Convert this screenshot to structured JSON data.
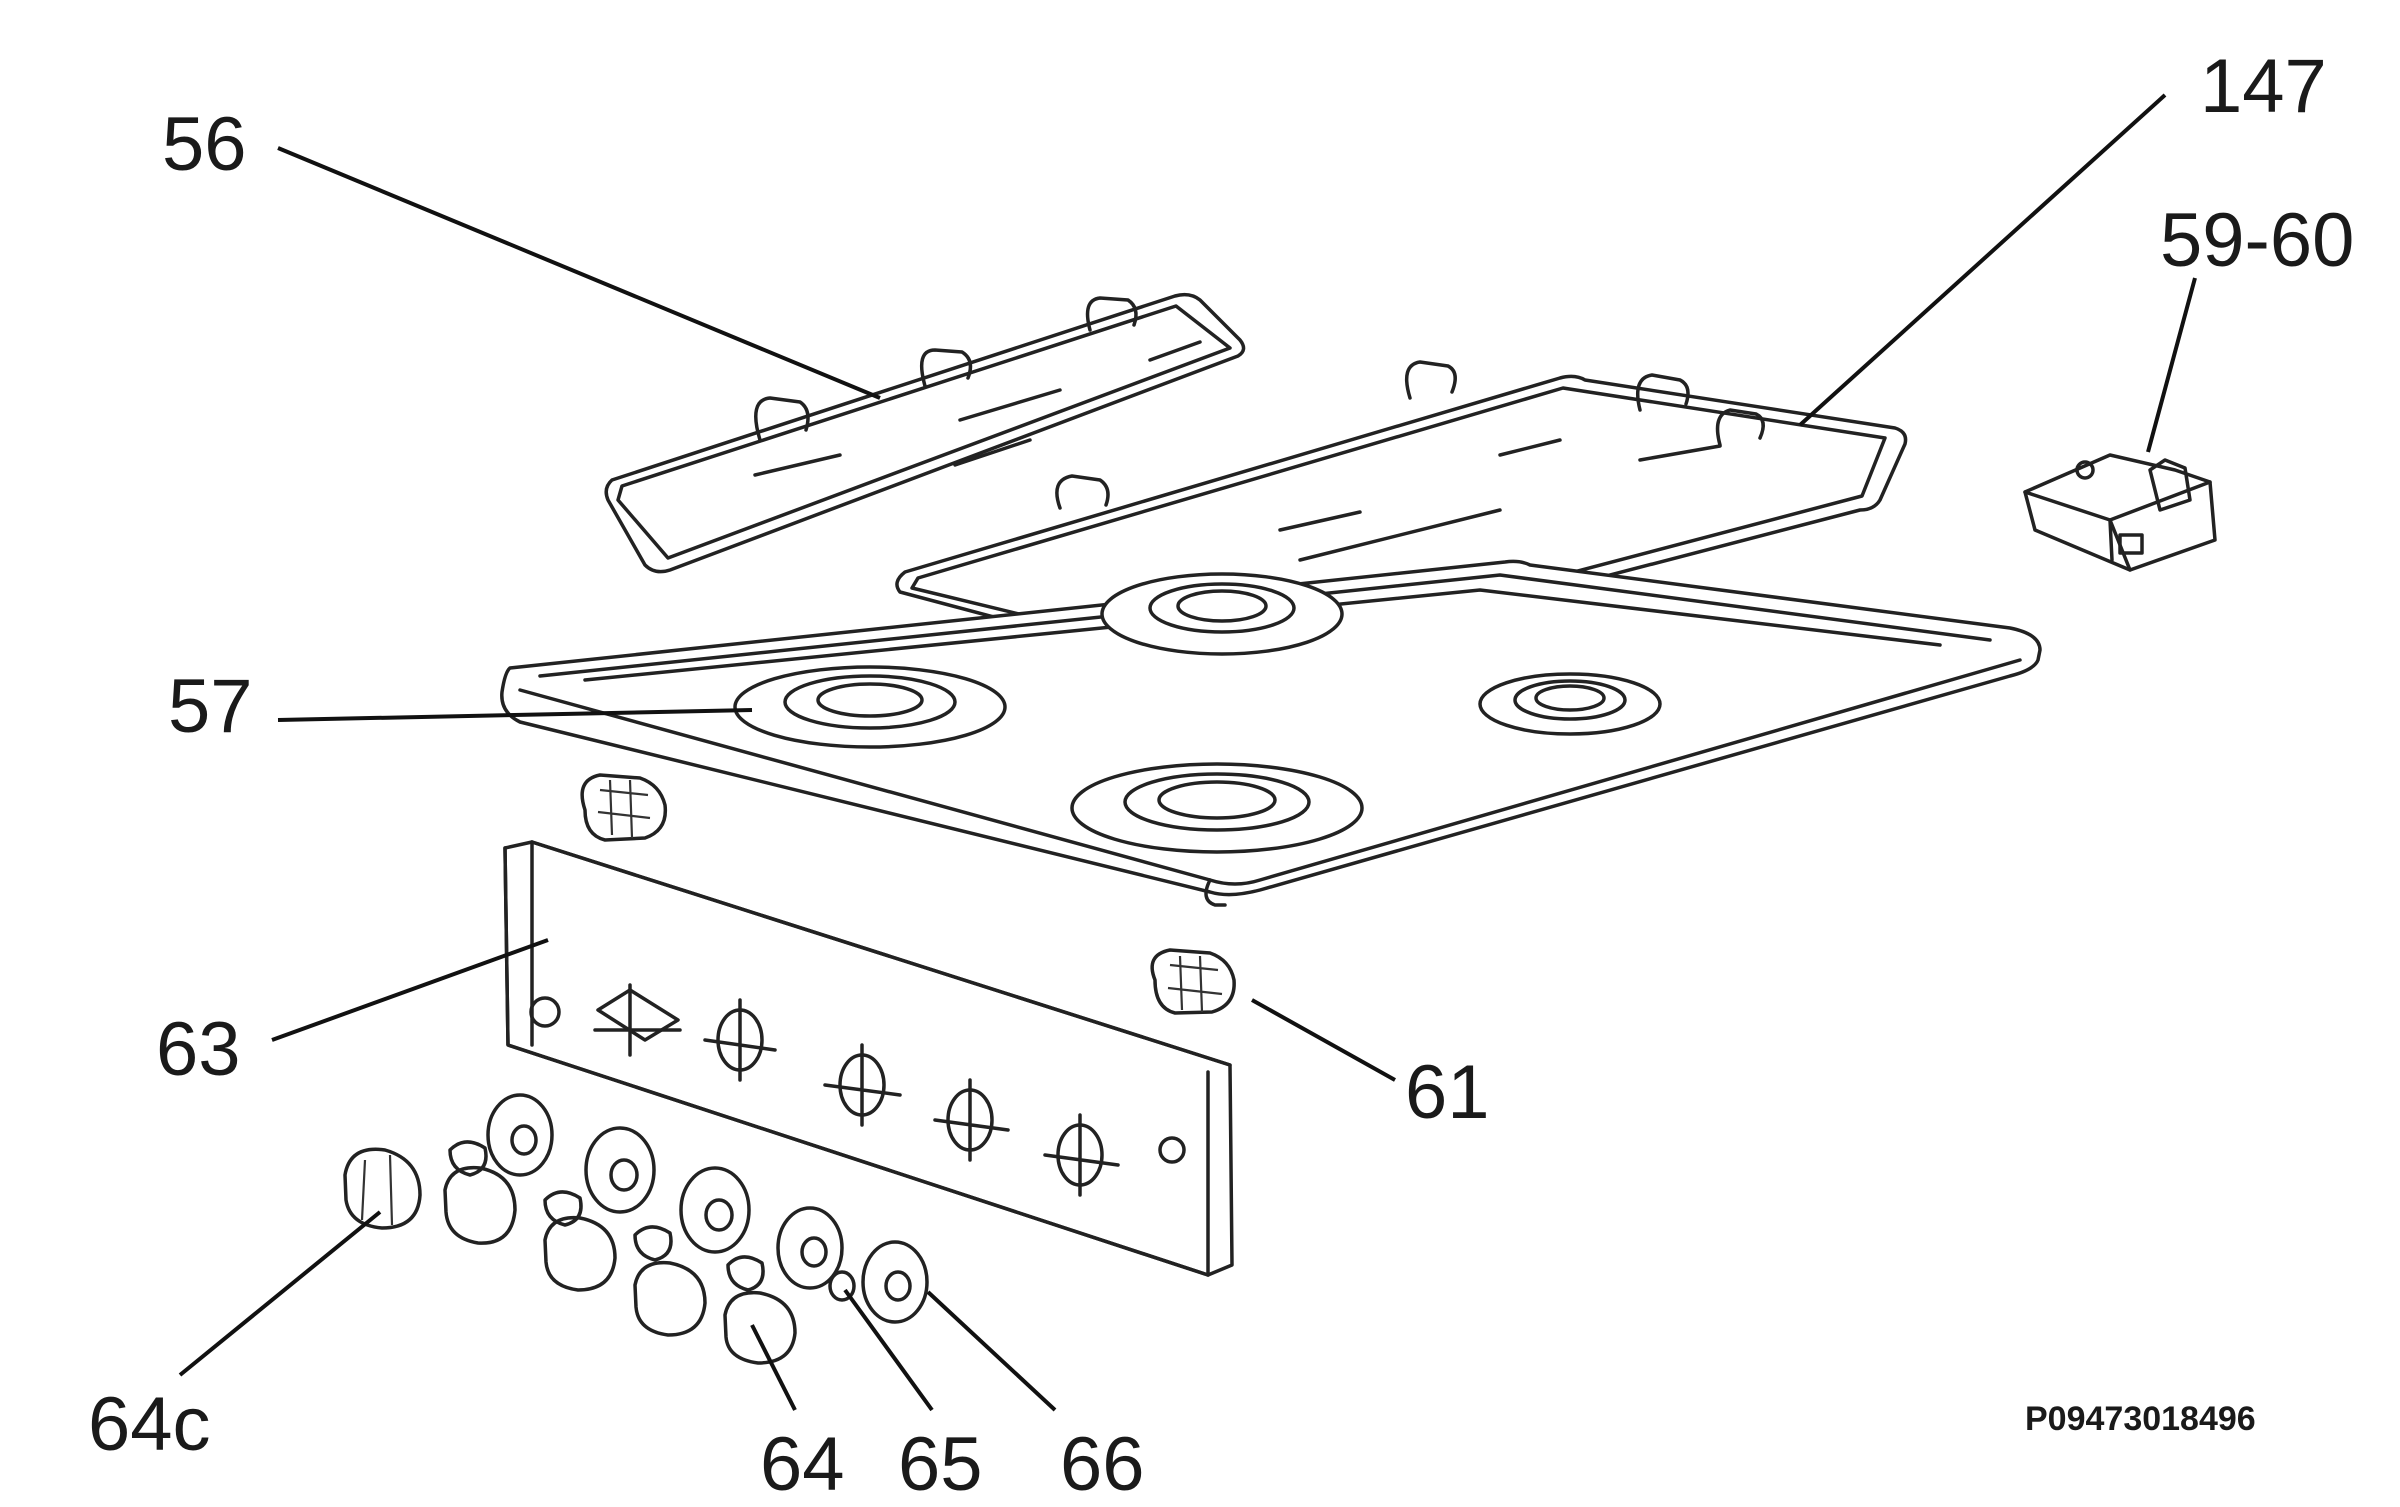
{
  "diagram": {
    "labels": {
      "l56": "56",
      "l147": "147",
      "l5960": "59-60",
      "l57": "57",
      "l63": "63",
      "l61": "61",
      "l64c": "64c",
      "l64": "64",
      "l65": "65",
      "l66": "66"
    },
    "drawing_code": "P09473018496"
  }
}
